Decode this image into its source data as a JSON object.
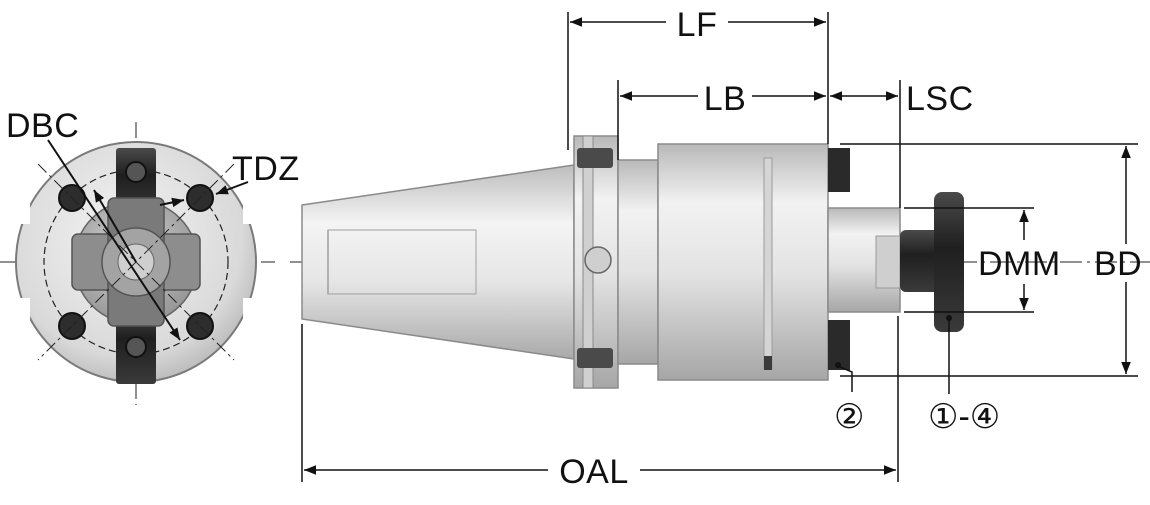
{
  "labels": {
    "dbc": "DBC",
    "tdz": "TDZ",
    "lf": "LF",
    "lb": "LB",
    "lsc": "LSC",
    "dmm": "DMM",
    "bd": "BD",
    "oal": "OAL"
  },
  "callouts": {
    "part_2": "②",
    "part_1_4": "①-④"
  },
  "colors": {
    "body_light": "#ececec",
    "body_mid": "#c9c9c9",
    "body_dark": "#8f8f8f",
    "key_dark": "#2b2b2b",
    "line": "#111111"
  }
}
